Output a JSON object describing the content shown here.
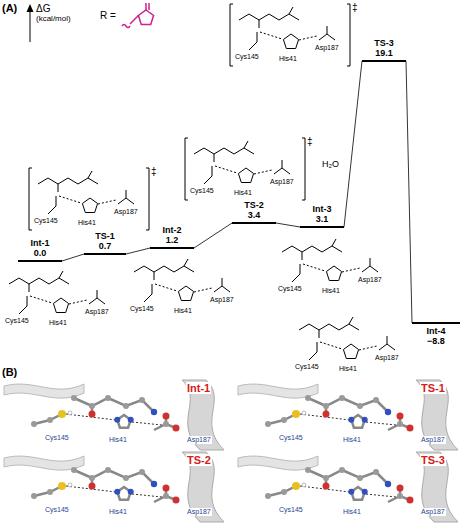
{
  "diagram": {
    "nodes": [
      {
        "text": [
          "Int-1",
          "0.0"
        ]
      },
      {
        "text": [
          "TS-1",
          "0.7"
        ]
      },
      {
        "text": [
          "Int-2",
          "1.2"
        ]
      },
      {
        "text": [
          "TS-2",
          "3.4"
        ]
      },
      {
        "text": [
          "Int-3",
          "3.1"
        ]
      },
      {
        "text": [
          "TS-3",
          "19.1"
        ]
      },
      {
        "text": [
          "Int-4",
          "−8.8"
        ]
      },
      {
        "text": [
          "Int-1",
          "Cys145",
          "His41",
          "Asp187"
        ]
      },
      {
        "text": [
          "TS-1",
          "Cys145",
          "His41",
          "Asp187"
        ]
      },
      {
        "text": [
          "TS-2",
          "Cys145",
          "His41",
          "Asp187"
        ]
      },
      {
        "text": [
          "TS-3",
          "Cys145",
          "His41",
          "Asp187"
        ]
      }
    ],
    "edges": [
      {
        "from": 0,
        "to": 1,
        "arrow": "none"
      },
      {
        "from": 1,
        "to": 2,
        "arrow": "none"
      },
      {
        "from": 2,
        "to": 3,
        "arrow": "none"
      },
      {
        "from": 3,
        "to": 4,
        "arrow": "none"
      },
      {
        "from": 4,
        "to": 5,
        "arrow": "none"
      },
      {
        "from": 5,
        "to": 6,
        "arrow": "none"
      }
    ],
    "labels": [
      "(A)",
      "ΔG",
      "(kcal/mol)",
      "R =",
      "H₂O",
      "(B)",
      "Cys145",
      "His41",
      "Asp187",
      "Cys145",
      "His41",
      "Asp187",
      "Cys145",
      "His41",
      "Asp187",
      "Cys145",
      "His41",
      "Asp187",
      "Cys145",
      "His41",
      "Asp187",
      "Cys145",
      "His41",
      "Asp187",
      "Cys145",
      "His41",
      "Asp187",
      "‡",
      "‡",
      "‡"
    ]
  }
}
